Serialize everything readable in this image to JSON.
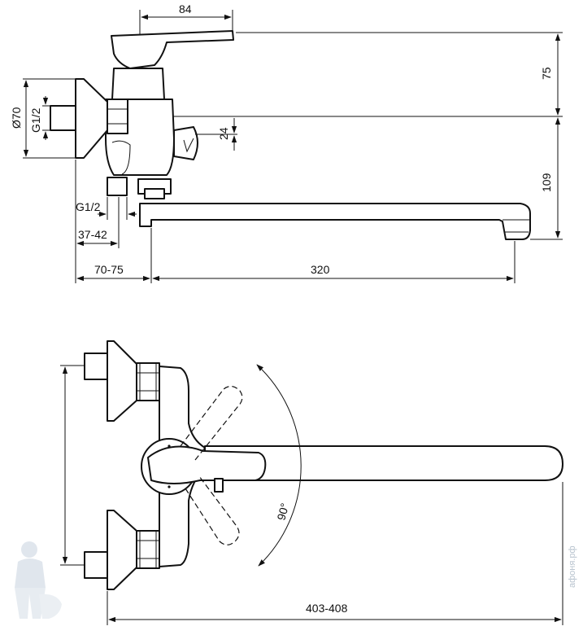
{
  "side_view": {
    "dim_handle_offset": "84",
    "dim_height_top": "75",
    "dim_ø_label": "Ø70",
    "dim_inlet_thread_left": "G1/2",
    "dim_outlet_height": "24",
    "dim_spout_height": "109",
    "dim_inlet_thread_bottom": "G1/2",
    "dim_inlet_length": "37-42",
    "dim_wall_offset": "70-75",
    "dim_spout_reach": "320"
  },
  "top_view": {
    "dim_rotation": "90°",
    "dim_total_reach": "403-408"
  },
  "watermark": {
    "site": "афоня.рф",
    "logo_icon": "plumber-logo-icon"
  }
}
